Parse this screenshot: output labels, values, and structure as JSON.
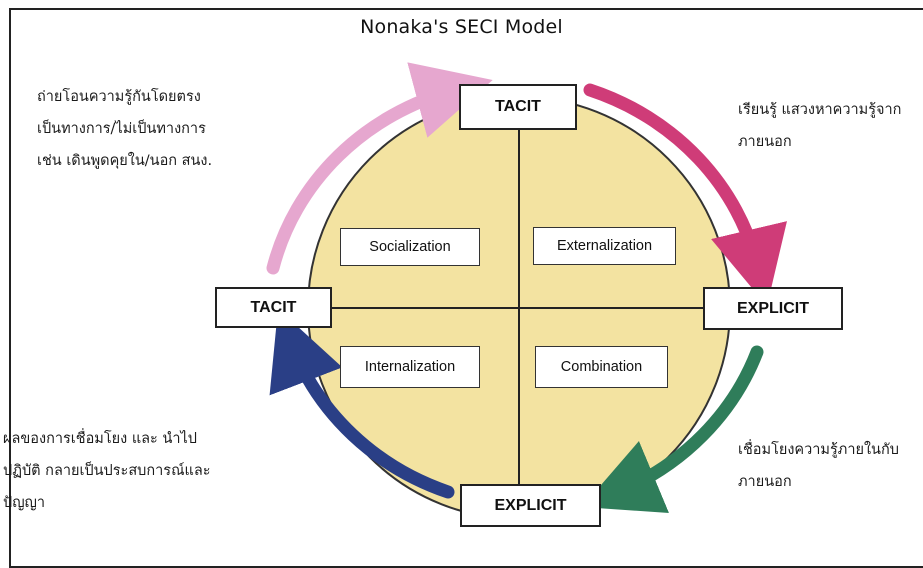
{
  "diagram": {
    "title": "Nonaka's SECI Model",
    "nodes": {
      "top": "TACIT",
      "left": "TACIT",
      "right": "EXPLICIT",
      "bottom": "EXPLICIT"
    },
    "quadrants": {
      "top_left": "Socialization",
      "top_right": "Externalization",
      "bottom_left": "Internalization",
      "bottom_right": "Combination"
    },
    "notes": {
      "top_left": [
        "ถ่ายโอนความรู้กันโดยตรง",
        "เป็นทางการ/ไม่เป็นทางการ",
        "เช่น เดินพูดคุยใน/นอก สนง."
      ],
      "top_right": [
        "เรียนรู้ แสวงหาความรู้จาก",
        "ภายนอก"
      ],
      "bottom_left": [
        "ผลของการเชื่อมโยง และ นำไป",
        "ปฏิบัติ กลายเป็นประสบการณ์และ",
        "ปัญญา"
      ],
      "bottom_right": [
        "เชื่อมโยงความรู้ภายในกับ",
        "ภายนอก"
      ]
    },
    "colors": {
      "circle_fill": "#f3e3a1",
      "arrow_top_left": "#e6a7cf",
      "arrow_top_right": "#cf3c78",
      "arrow_bottom_right": "#2f7d5a",
      "arrow_bottom_left": "#2a3f86"
    }
  }
}
